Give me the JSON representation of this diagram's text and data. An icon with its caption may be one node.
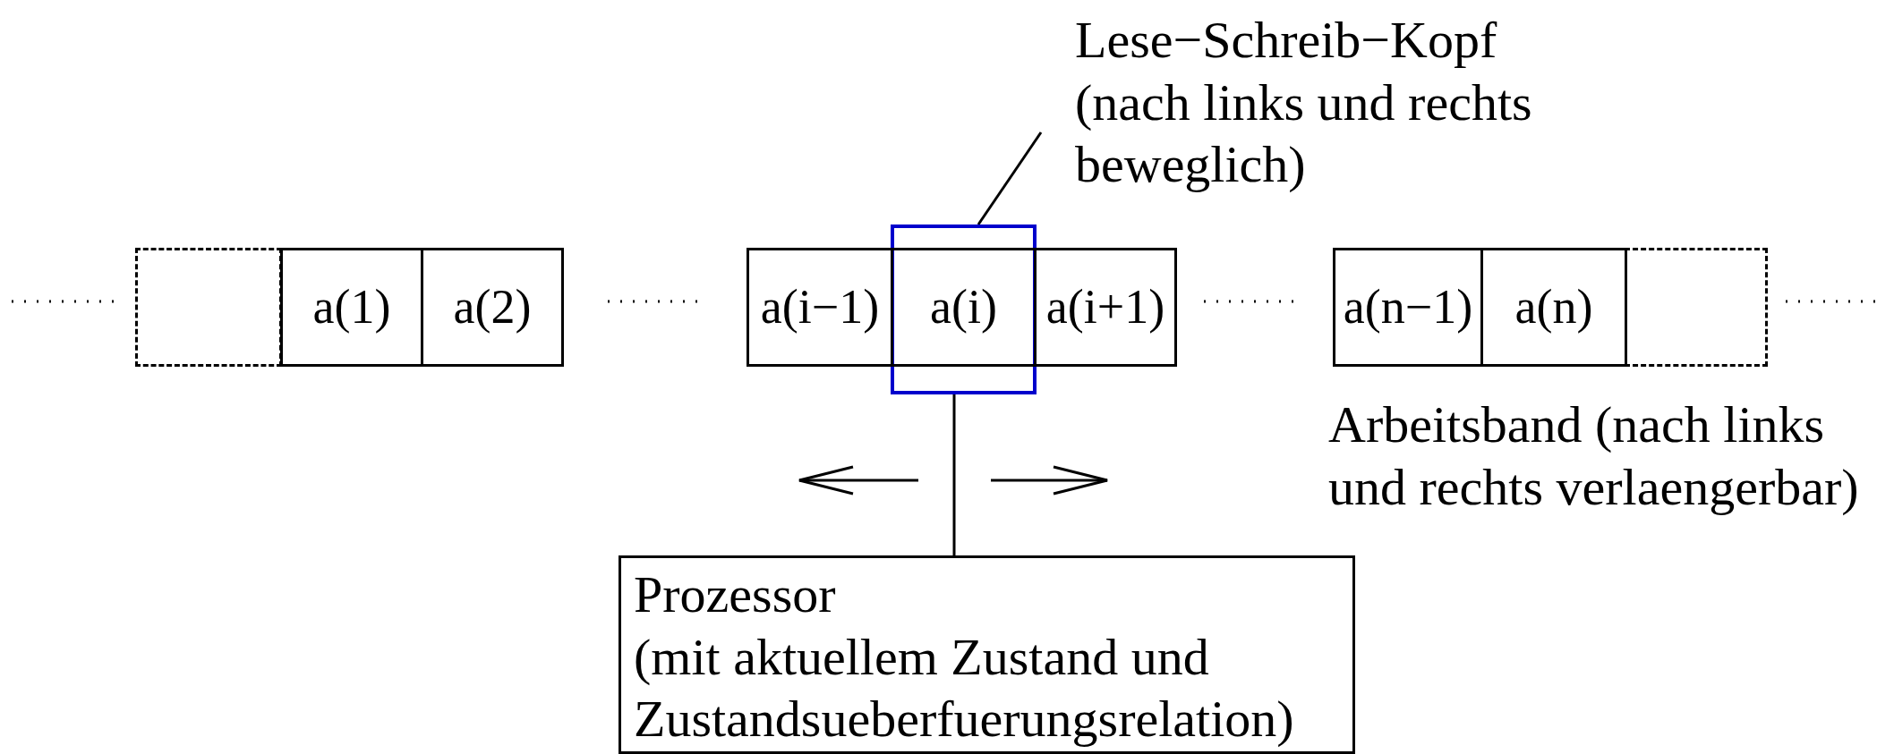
{
  "diagram": {
    "nodes": [
      {
        "text": [
          "Lese−Schreib−Kopf (nach links und rechts beweglich)"
        ]
      },
      {
        "text": [],
        "shape": "box"
      },
      {
        "text": [
          "a(1)"
        ]
      },
      {
        "text": [
          "a(2)"
        ]
      },
      {
        "text": [
          "a(i−1)"
        ]
      },
      {
        "text": [],
        "shape": "box"
      },
      {
        "text": [
          "a(i)"
        ],
        "in": 5
      },
      {
        "text": [
          "a(i+1)"
        ]
      },
      {
        "text": [
          "a(n−1)"
        ]
      },
      {
        "text": [
          "a(n)"
        ]
      },
      {
        "text": [],
        "shape": "box"
      },
      {
        "text": [
          "Prozessor",
          "(mit aktuellem Zustand und Zustandsueberfuerungsrelation)"
        ]
      }
    ],
    "edges": [
      {
        "from": 0,
        "to": 5,
        "arrow": "none"
      },
      {
        "from": 5,
        "to": 11,
        "arrow": "none"
      }
    ],
    "labels": [
      "Arbeitsband (nach links und rechts verlaengerbar)"
    ]
  }
}
